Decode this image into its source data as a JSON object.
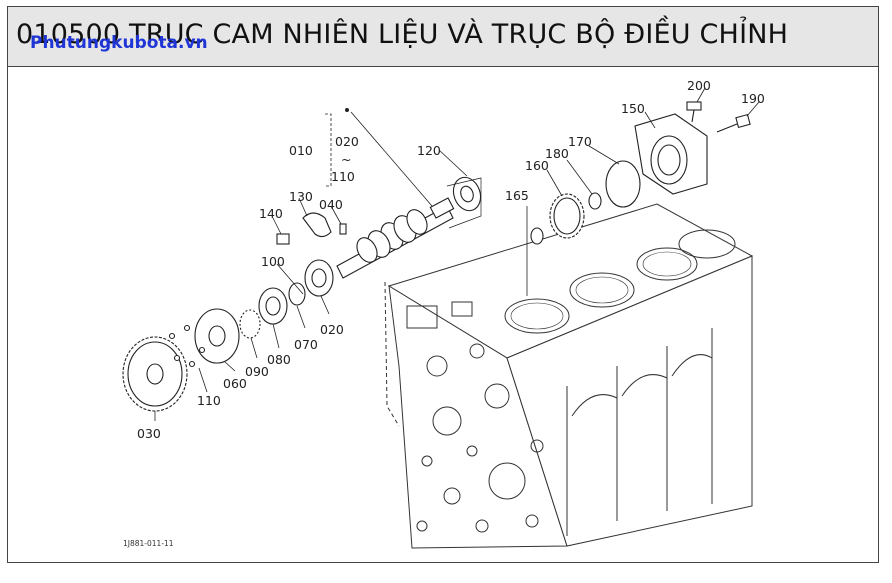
{
  "header": {
    "title": "010500 TRỤC CAM NHIÊN LIỆU VÀ TRỤC BỘ ĐIỀU CHỈNH",
    "watermark": "Phutungkubota.vn"
  },
  "diagram": {
    "figure_code": "1J881-011-11",
    "range_tilde": "~",
    "callouts": {
      "p010": "010",
      "p020_top": "020",
      "p110_top": "110",
      "p120": "120",
      "p130": "130",
      "p140": "140",
      "p040": "040",
      "p100": "100",
      "p020": "020",
      "p070": "070",
      "p080": "080",
      "p090": "090",
      "p060": "060",
      "p110": "110",
      "p030": "030",
      "p165": "165",
      "p160": "160",
      "p180": "180",
      "p170": "170",
      "p150": "150",
      "p200": "200",
      "p190": "190"
    }
  }
}
